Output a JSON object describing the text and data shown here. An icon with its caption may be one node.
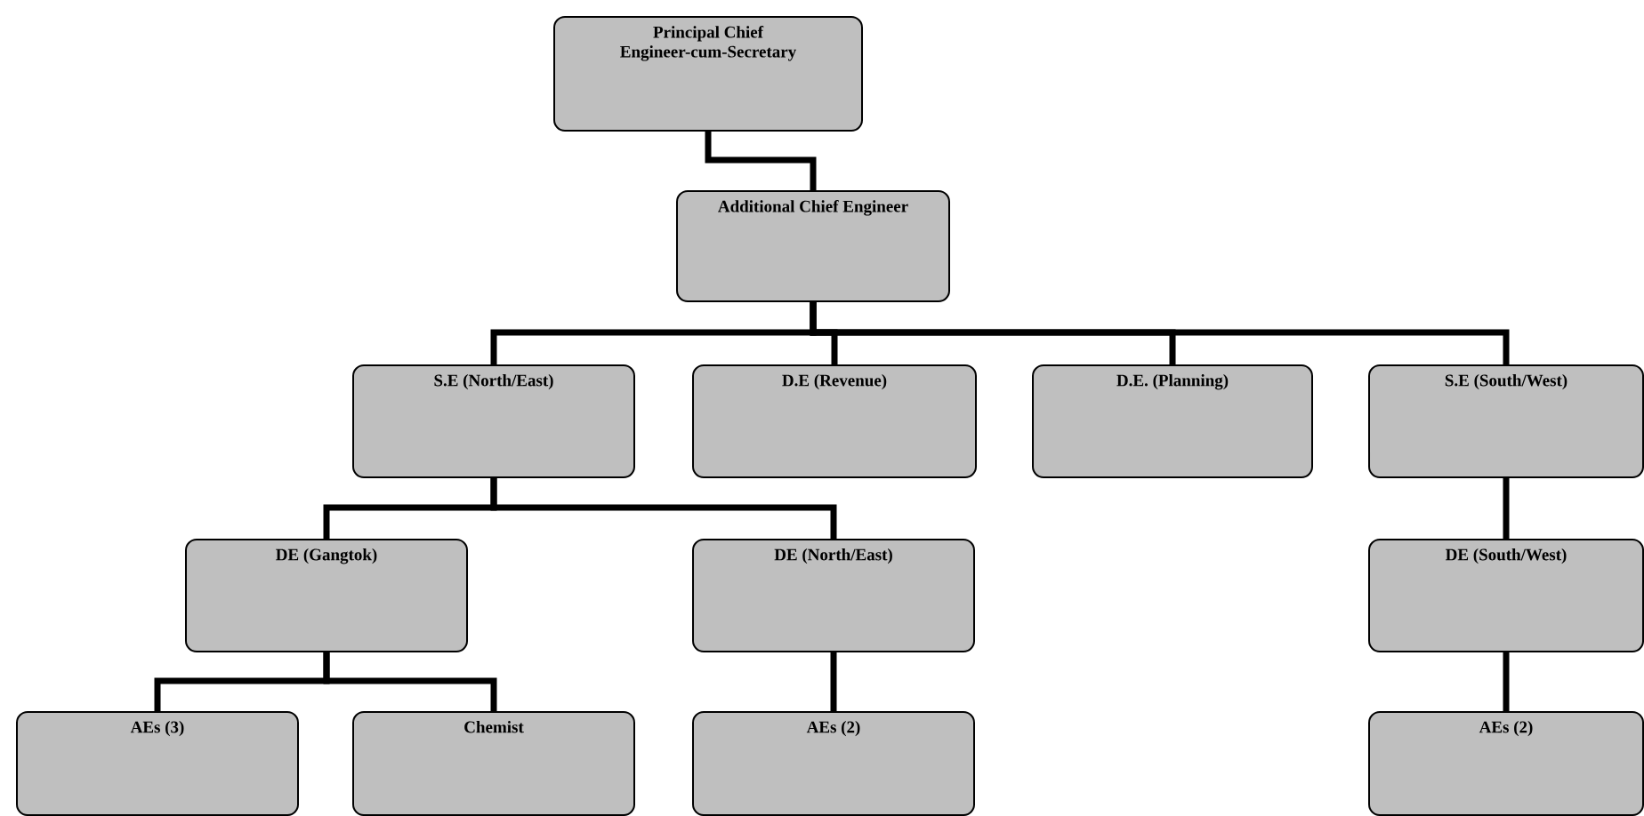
{
  "diagram": {
    "nodes": [
      {
        "text": [
          "Principal Chief Engineer-cum-Secretary"
        ]
      },
      {
        "text": [
          "Additional Chief Engineer"
        ]
      },
      {
        "text": [
          "S.E (North/East)"
        ]
      },
      {
        "text": [
          "D.E (Revenue)"
        ]
      },
      {
        "text": [
          "D.E. (Planning)"
        ]
      },
      {
        "text": [
          "S.E (South/West)"
        ]
      },
      {
        "text": [
          "DE (Gangtok)"
        ]
      },
      {
        "text": [
          "DE (North/East)"
        ]
      },
      {
        "text": [
          "DE (South/West)"
        ]
      },
      {
        "text": [
          "AEs (3)"
        ]
      },
      {
        "text": [
          "Chemist"
        ]
      },
      {
        "text": [
          "AEs (2)"
        ]
      },
      {
        "text": [
          "AEs (2)"
        ]
      }
    ],
    "edges": [
      {
        "from": 0,
        "to": 1,
        "arrow": "none"
      },
      {
        "from": 1,
        "to": 2,
        "arrow": "none"
      },
      {
        "from": 1,
        "to": 3,
        "arrow": "none"
      },
      {
        "from": 1,
        "to": 4,
        "arrow": "none"
      },
      {
        "from": 1,
        "to": 5,
        "arrow": "none"
      },
      {
        "from": 2,
        "to": 6,
        "arrow": "none"
      },
      {
        "from": 2,
        "to": 7,
        "arrow": "none"
      },
      {
        "from": 5,
        "to": 8,
        "arrow": "none"
      },
      {
        "from": 6,
        "to": 9,
        "arrow": "none"
      },
      {
        "from": 6,
        "to": 10,
        "arrow": "none"
      },
      {
        "from": 7,
        "to": 11,
        "arrow": "none"
      },
      {
        "from": 8,
        "to": 12,
        "arrow": "none"
      }
    ]
  }
}
